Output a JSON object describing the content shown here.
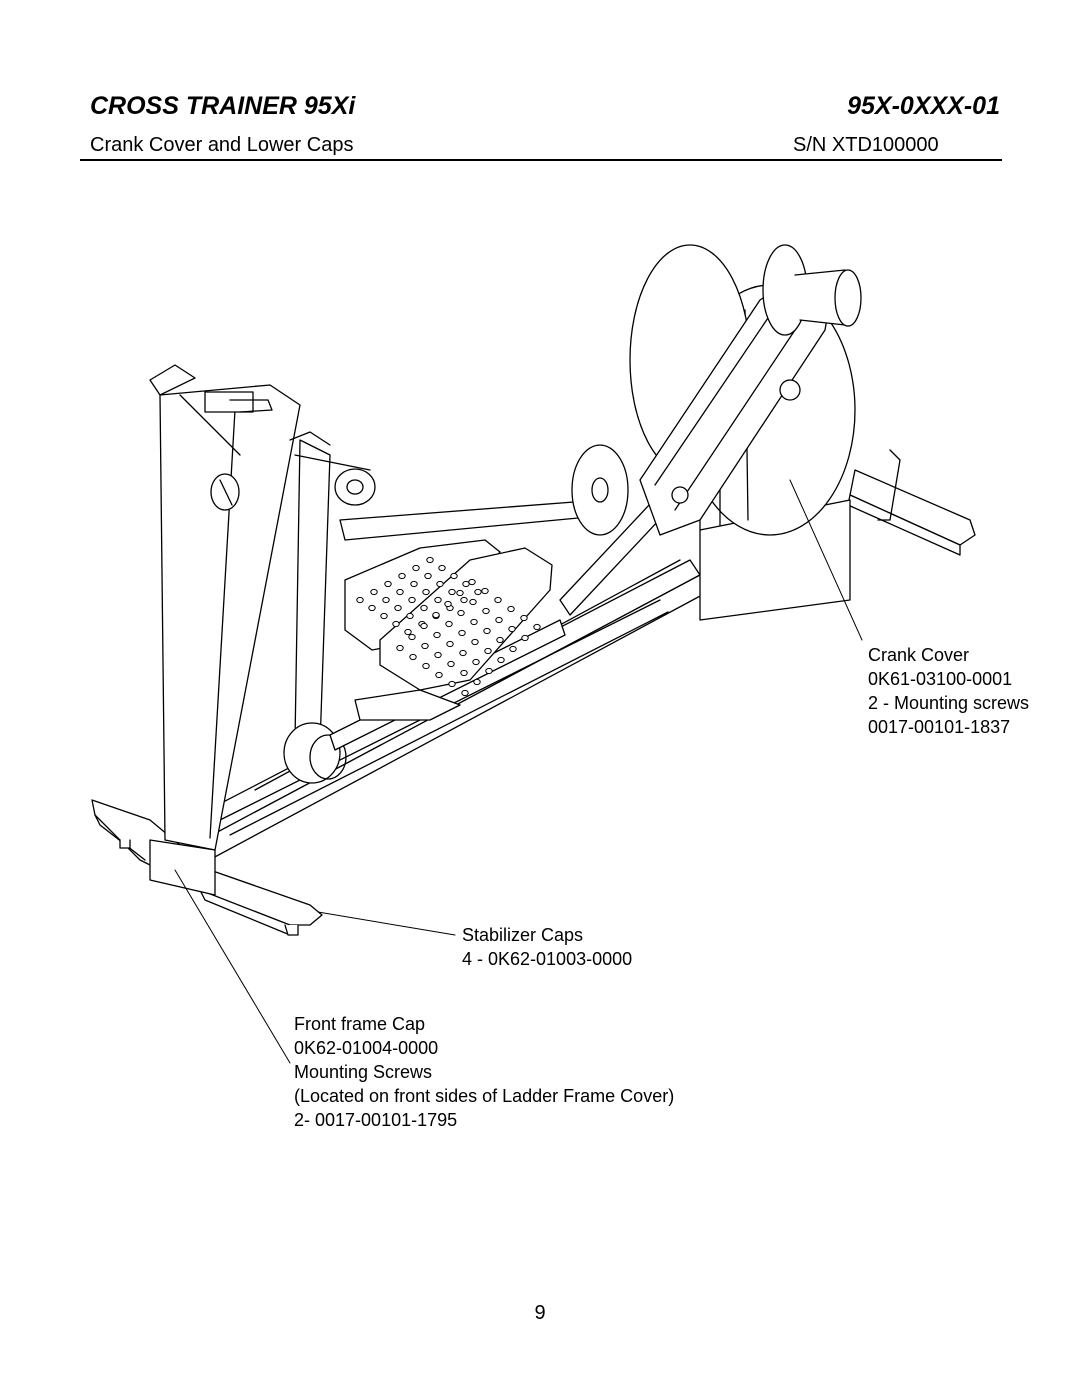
{
  "header": {
    "title": "CROSS TRAINER 95Xi",
    "model_number": "95X-0XXX-01",
    "section": "Crank Cover and Lower Caps",
    "serial": "S/N XTD100000"
  },
  "callouts": {
    "crank_cover": {
      "name": "Crank Cover",
      "part": "0K61-03100-0001",
      "screws": "2 - Mounting screws",
      "screws_part": "0017-00101-1837"
    },
    "stabilizer_caps": {
      "name": "Stabilizer Caps",
      "part": "4 - 0K62-01003-0000"
    },
    "front_frame_cap": {
      "name": "Front frame Cap",
      "part": "0K62-01004-0000",
      "screws": "Mounting Screws",
      "note": "(Located on front sides of Ladder Frame Cover)",
      "screws_part": "2- 0017-00101-1795"
    }
  },
  "page_number": "9"
}
